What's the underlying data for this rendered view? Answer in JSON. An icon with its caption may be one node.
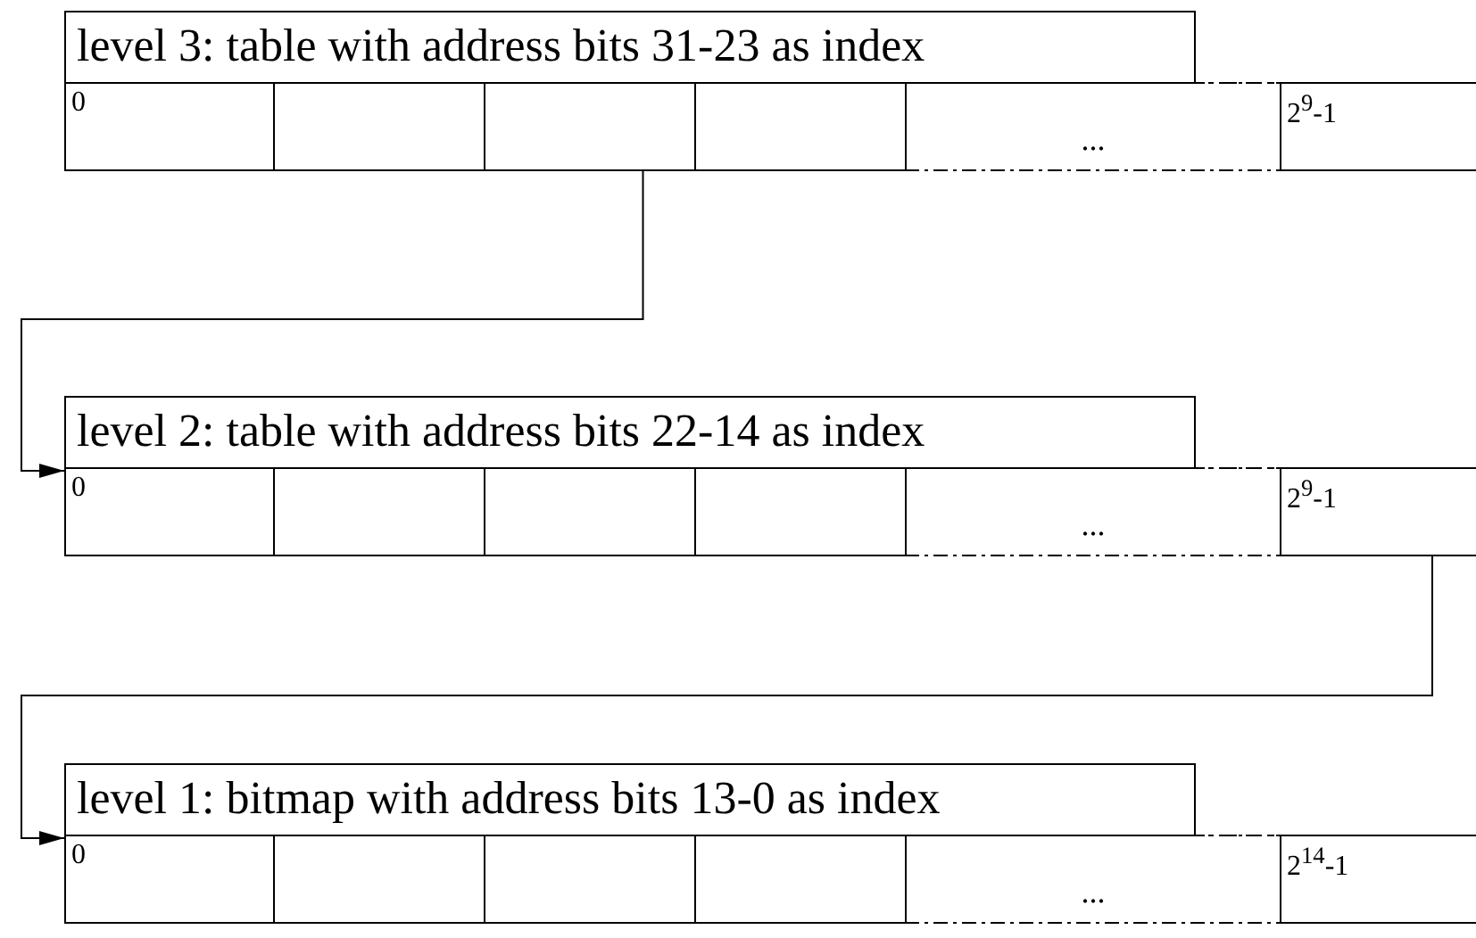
{
  "diagram": {
    "nodes": [
      {
        "text": [
          "level 3: table with address bits 31-23 as index"
        ]
      },
      {
        "text": [
          "0"
        ]
      },
      {
        "text": [],
        "shape": "box"
      },
      {
        "text": [],
        "shape": "box"
      },
      {
        "text": [],
        "shape": "box"
      },
      {
        "text": [
          "..."
        ]
      },
      {
        "text": [
          "2$^{9}$-1"
        ]
      },
      {
        "text": [
          "level 2: table with address bits 22-14 as index"
        ]
      },
      {
        "text": [
          "0"
        ]
      },
      {
        "text": [],
        "shape": "box"
      },
      {
        "text": [],
        "shape": "box"
      },
      {
        "text": [],
        "shape": "box"
      },
      {
        "text": [
          "..."
        ]
      },
      {
        "text": [
          "2$^{9}$-1"
        ]
      },
      {
        "text": [
          "level 1: bitmap with address bits 13-0 as index"
        ]
      },
      {
        "text": [
          "0"
        ]
      },
      {
        "text": [],
        "shape": "box"
      },
      {
        "text": [],
        "shape": "box"
      },
      {
        "text": [],
        "shape": "box"
      },
      {
        "text": [
          "..."
        ]
      },
      {
        "text": [
          "2$^{14}$-1"
        ]
      }
    ],
    "edges": [
      {
        "from": 3,
        "to": 8,
        "arrow": "to"
      },
      {
        "from": 13,
        "to": 15,
        "arrow": "to"
      }
    ]
  }
}
